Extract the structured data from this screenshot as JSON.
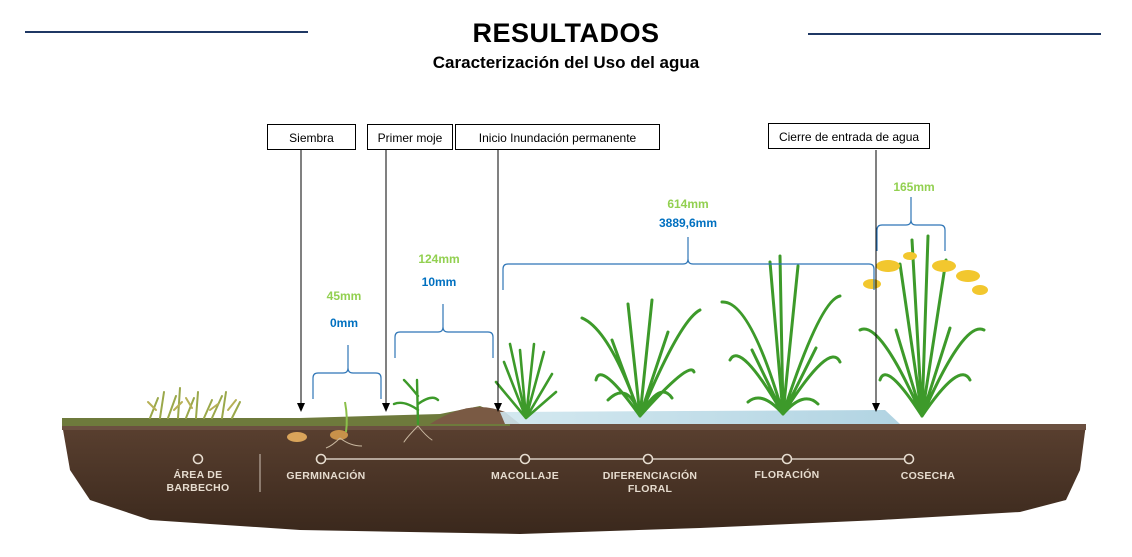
{
  "header": {
    "title": "RESULTADOS",
    "subtitle": "Caracterización del Uso del agua"
  },
  "events": [
    {
      "label": "Siembra"
    },
    {
      "label": "Primer moje"
    },
    {
      "label": "Inicio Inundación permanente"
    },
    {
      "label": "Cierre de entrada de agua"
    }
  ],
  "water": [
    {
      "green": "45mm",
      "blue": "0mm"
    },
    {
      "green": "124mm",
      "blue": "10mm"
    },
    {
      "green": "614mm",
      "blue": "3889,6mm"
    },
    {
      "green": "165mm",
      "blue": ""
    }
  ],
  "phases": [
    {
      "label": "ÁREA DE BARBECHO"
    },
    {
      "label": "GERMINACIÓN"
    },
    {
      "label": "MACOLLAJE"
    },
    {
      "label": "DIFERENCIACIÓN FLORAL"
    },
    {
      "label": "FLORACIÓN"
    },
    {
      "label": "COSECHA"
    }
  ],
  "colors": {
    "rule": "#1f3864",
    "green_value": "#92d050",
    "blue_value": "#0070c0",
    "bracket": "#2e75b6",
    "soil": "#4a3426",
    "water": "#bcd9e6",
    "plant": "#3d9a2a",
    "grain": "#f2c72e"
  }
}
